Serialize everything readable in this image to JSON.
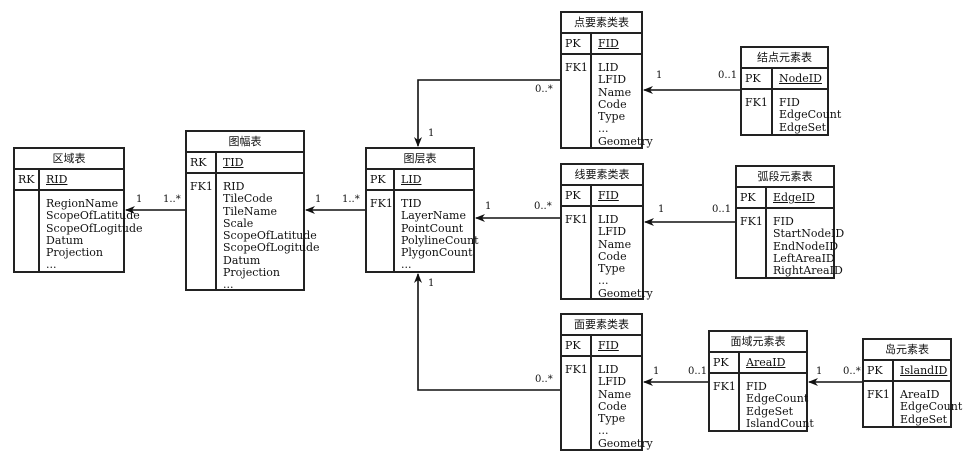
{
  "entities": [
    {
      "id": "region",
      "title": "区域表",
      "key_label": "RK",
      "key_field": "RID",
      "fk_label": "",
      "fields": [
        "RegionName",
        "ScopeOfLatitude",
        "ScopeOfLogitude",
        "Datum",
        "Projection",
        "..."
      ]
    },
    {
      "id": "tile",
      "title": "图幅表",
      "key_label": "RK",
      "key_field": "TID",
      "fk_label": "FK1",
      "fields": [
        "RID",
        "TileCode",
        "TileName",
        "Scale",
        "ScopeOfLatitude",
        "ScopeOfLogitude",
        "Datum",
        "Projection",
        "..."
      ]
    },
    {
      "id": "layer",
      "title": "图层表",
      "key_label": "PK",
      "key_field": "LID",
      "fk_label": "FK1",
      "fields": [
        "TID",
        "LayerName",
        "PointCount",
        "PolylineCount",
        "PlygonCount",
        "..."
      ]
    },
    {
      "id": "point-feature",
      "title": "点要素类表",
      "key_label": "PK",
      "key_field": "FID",
      "fk_label": "FK1",
      "fields": [
        "LID",
        "LFID",
        "Name",
        "Code",
        "Type",
        "...",
        "Geometry"
      ]
    },
    {
      "id": "node-element",
      "title": "结点元素表",
      "key_label": "PK",
      "key_field": "NodeID",
      "fk_label": "FK1",
      "fields": [
        "FID",
        "EdgeCount",
        "EdgeSet"
      ]
    },
    {
      "id": "line-feature",
      "title": "线要素类表",
      "key_label": "PK",
      "key_field": "FID",
      "fk_label": "FK1",
      "fields": [
        "LID",
        "LFID",
        "Name",
        "Code",
        "Type",
        "...",
        "Geometry"
      ]
    },
    {
      "id": "arc-element",
      "title": "弧段元素表",
      "key_label": "PK",
      "key_field": "EdgeID",
      "fk_label": "FK1",
      "fields": [
        "FID",
        "StartNodeID",
        "EndNodeID",
        "LeftAreaID",
        "RightAreaID"
      ]
    },
    {
      "id": "area-feature",
      "title": "面要素类表",
      "key_label": "PK",
      "key_field": "FID",
      "fk_label": "FK1",
      "fields": [
        "LID",
        "LFID",
        "Name",
        "Code",
        "Type",
        "...",
        "Geometry"
      ]
    },
    {
      "id": "area-element",
      "title": "面域元素表",
      "key_label": "PK",
      "key_field": "AreaID",
      "fk_label": "FK1",
      "fields": [
        "FID",
        "EdgeCount",
        "EdgeSet",
        "IslandCount"
      ]
    },
    {
      "id": "island-element",
      "title": "岛元素表",
      "key_label": "PK",
      "key_field": "IslandID",
      "fk_label": "FK1",
      "fields": [
        "AreaID",
        "EdgeCount",
        "EdgeSet"
      ]
    }
  ],
  "relations": [
    {
      "from": "tile",
      "to": "region",
      "to_mult": "1",
      "from_mult": "1..*"
    },
    {
      "from": "layer",
      "to": "tile",
      "to_mult": "1",
      "from_mult": "1..*"
    },
    {
      "from": "point-feature",
      "to": "layer",
      "to_mult": "1",
      "from_mult": "0..*"
    },
    {
      "from": "line-feature",
      "to": "layer",
      "to_mult": "1",
      "from_mult": "0..*"
    },
    {
      "from": "area-feature",
      "to": "layer",
      "to_mult": "1",
      "from_mult": "0..*"
    },
    {
      "from": "node-element",
      "to": "point-feature",
      "to_mult": "1",
      "from_mult": "0..1"
    },
    {
      "from": "arc-element",
      "to": "line-feature",
      "to_mult": "1",
      "from_mult": "0..1"
    },
    {
      "from": "area-element",
      "to": "area-feature",
      "to_mult": "1",
      "from_mult": "0..1"
    },
    {
      "from": "island-element",
      "to": "area-element",
      "to_mult": "1",
      "from_mult": "0..*"
    }
  ]
}
